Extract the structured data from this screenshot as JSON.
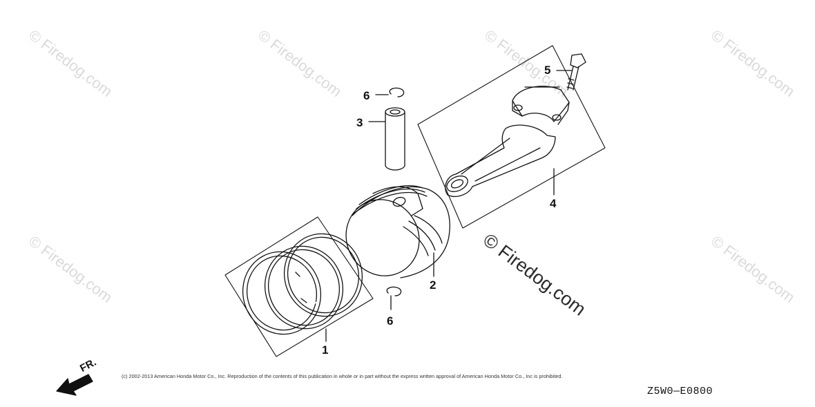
{
  "watermark": {
    "brand": "© Firedog.com",
    "main": "© Firedog.com"
  },
  "parts": [
    {
      "ref": "1",
      "name": "piston-rings"
    },
    {
      "ref": "2",
      "name": "piston"
    },
    {
      "ref": "3",
      "name": "piston-pin"
    },
    {
      "ref": "4",
      "name": "connecting-rod"
    },
    {
      "ref": "5",
      "name": "rod-bolt"
    },
    {
      "ref": "6",
      "name": "pin-clip"
    }
  ],
  "callouts": {
    "c1": "1",
    "c2": "2",
    "c3": "3",
    "c4": "4",
    "c5": "5",
    "c6a": "6",
    "c6b": "6"
  },
  "direction_label": "FR.",
  "copyright": "(c) 2002-2013 American Honda Motor Co., Inc. Reproduction of the contents of this publication in whole or in part without the express written approval of American Honda Motor Co., Inc is prohibited.",
  "diagram_code": "Z5W0—E0800"
}
